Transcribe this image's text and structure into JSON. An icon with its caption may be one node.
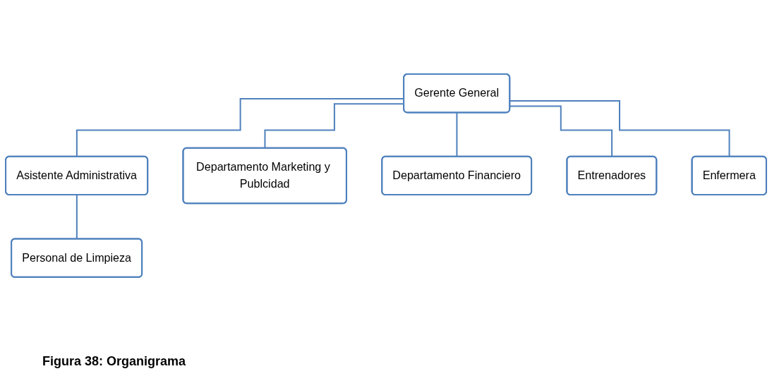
{
  "diagram": {
    "caption": "Figura 38: Organigrama",
    "nodes": [
      {
        "text": [
          "Gerente General"
        ]
      },
      {
        "text": [
          "Asistente Administrativa"
        ]
      },
      {
        "text": [
          "Departamento Marketing y Publcidad"
        ]
      },
      {
        "text": [
          "Departamento Financiero"
        ]
      },
      {
        "text": [
          "Entrenadores"
        ]
      },
      {
        "text": [
          "Enfermera"
        ]
      },
      {
        "text": [
          "Personal de Limpieza"
        ]
      }
    ],
    "edges": [
      {
        "from": 0,
        "to": 1,
        "arrow": "none"
      },
      {
        "from": 0,
        "to": 2,
        "arrow": "none"
      },
      {
        "from": 0,
        "to": 3,
        "arrow": "none"
      },
      {
        "from": 0,
        "to": 4,
        "arrow": "none"
      },
      {
        "from": 0,
        "to": 5,
        "arrow": "none"
      },
      {
        "from": 1,
        "to": 6,
        "arrow": "none"
      }
    ]
  }
}
